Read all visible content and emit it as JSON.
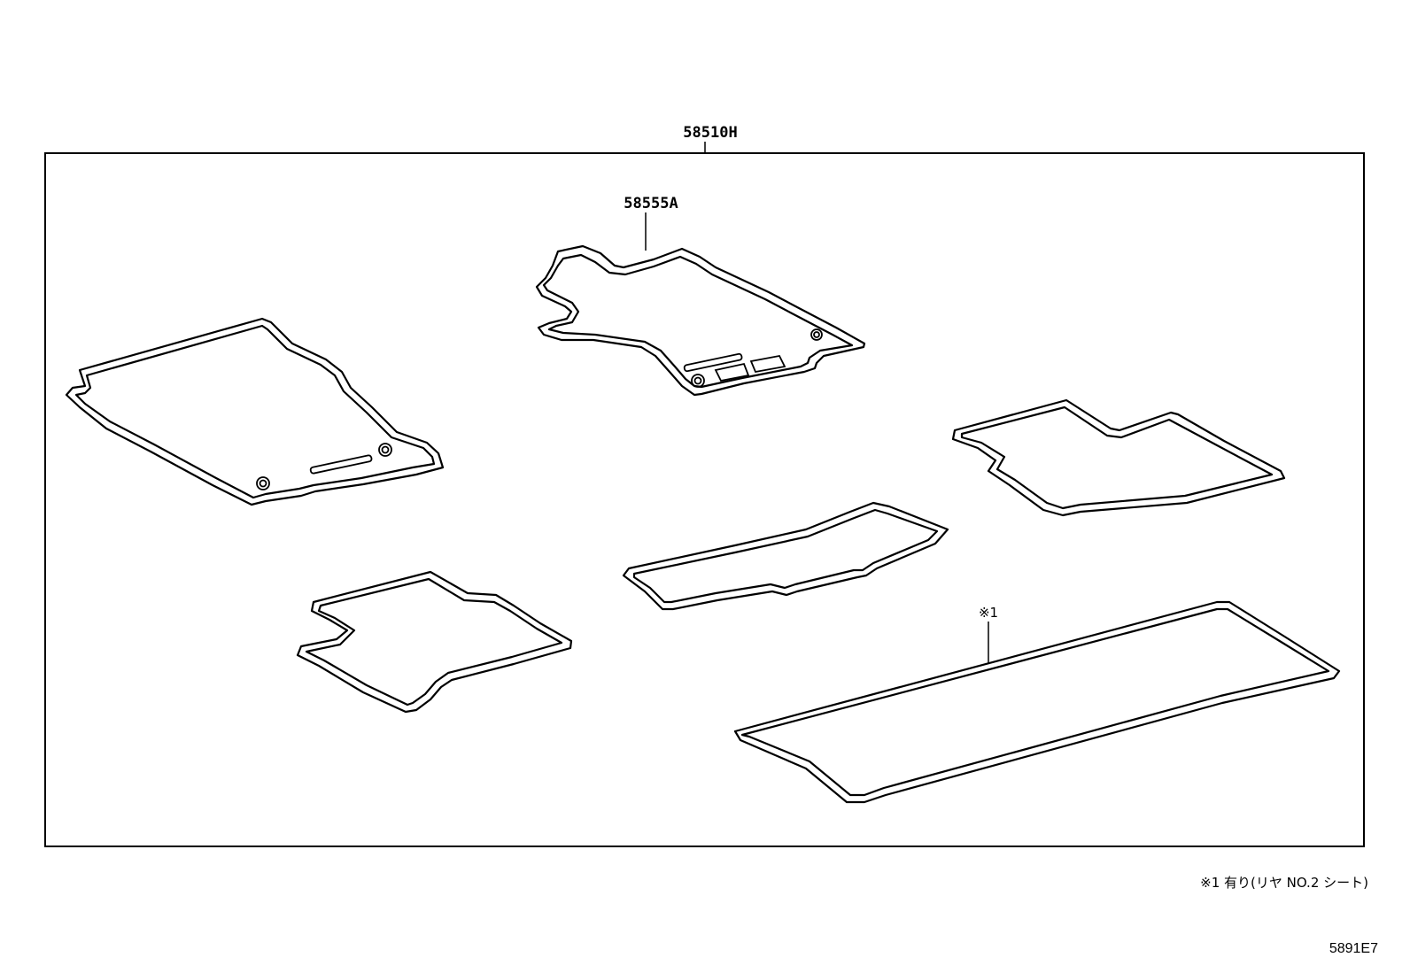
{
  "diagram": {
    "set_label": "58510H",
    "front_mat_label": "58555A",
    "callout_mark": "※1",
    "footnote": "※1 有り(リヤ NO.2 シート)",
    "illustration_code": "5891E7"
  }
}
